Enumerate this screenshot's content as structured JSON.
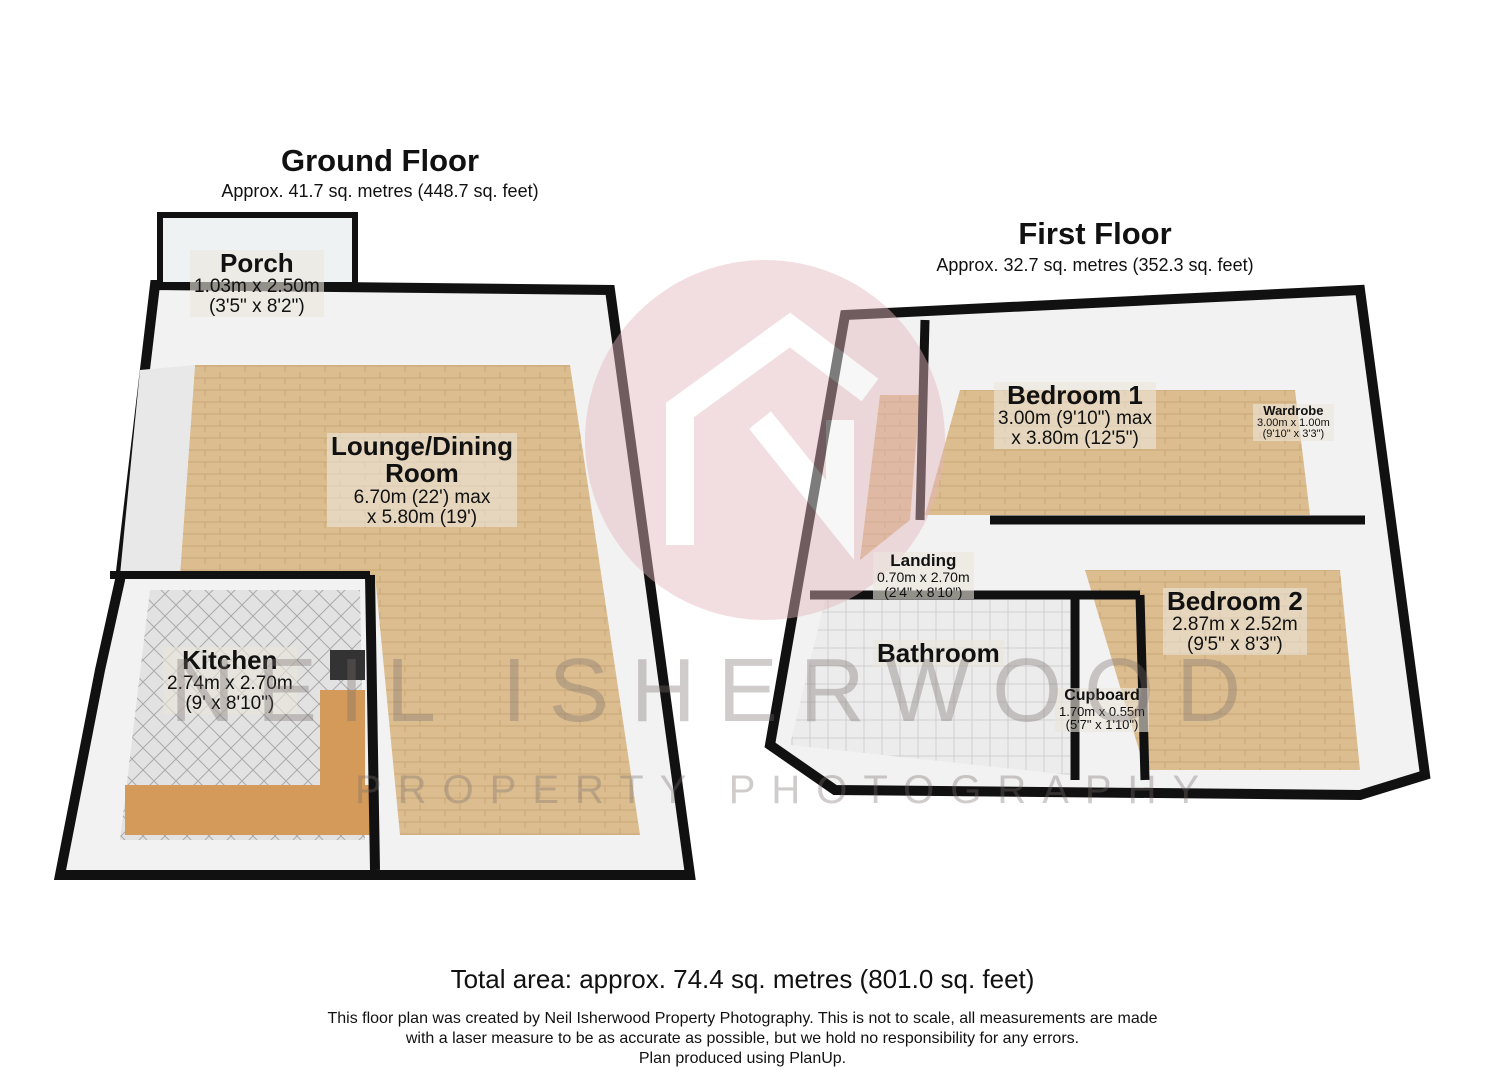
{
  "ground_floor": {
    "title": "Ground Floor",
    "area": "Approx. 41.7 sq. metres (448.7 sq. feet)",
    "rooms": [
      {
        "name": "Porch",
        "dims": "1.03m x 2.50m",
        "imperial": "(3'5\" x 8'2\")"
      },
      {
        "name": "Lounge/Dining",
        "name2": "Room",
        "dims": "6.70m (22') max",
        "imperial": "x 5.80m (19')"
      },
      {
        "name": "Kitchen",
        "dims": "2.74m x 2.70m",
        "imperial": "(9' x 8'10\")"
      }
    ]
  },
  "first_floor": {
    "title": "First Floor",
    "area": "Approx. 32.7 sq. metres (352.3 sq. feet)",
    "rooms": [
      {
        "name": "Bedroom 1",
        "dims": "3.00m (9'10\") max",
        "imperial": "x 3.80m (12'5\")"
      },
      {
        "name": "Wardrobe",
        "dims": "3.00m x 1.00m",
        "imperial": "(9'10\" x 3'3\")"
      },
      {
        "name": "Landing",
        "dims": "0.70m x 2.70m",
        "imperial": "(2'4\" x 8'10\")"
      },
      {
        "name": "Bathroom"
      },
      {
        "name": "Bedroom 2",
        "dims": "2.87m x 2.52m",
        "imperial": "(9'5\" x 8'3\")"
      },
      {
        "name": "Cupboard",
        "dims": "1.70m x 0.55m",
        "imperial": "(5'7\" x 1'10\")"
      }
    ]
  },
  "watermark": {
    "line1": "NEIL ISHERWOOD",
    "line2": "PROPERTY PHOTOGRAPHY"
  },
  "footer": {
    "total": "Total area: approx. 74.4 sq. metres (801.0 sq. feet)",
    "disclaimer1": "This floor plan was created by Neil Isherwood Property Photography. This is not to scale, all measurements are made",
    "disclaimer2": "with a laser measure to be as accurate as possible, but we hold no responsibility for any errors.",
    "disclaimer3": "Plan produced using PlanUp."
  },
  "colors": {
    "wood": "#d9b98a",
    "wall": "#111111",
    "tile": "#d8d8d8",
    "watermark": "#e8c8cc"
  }
}
